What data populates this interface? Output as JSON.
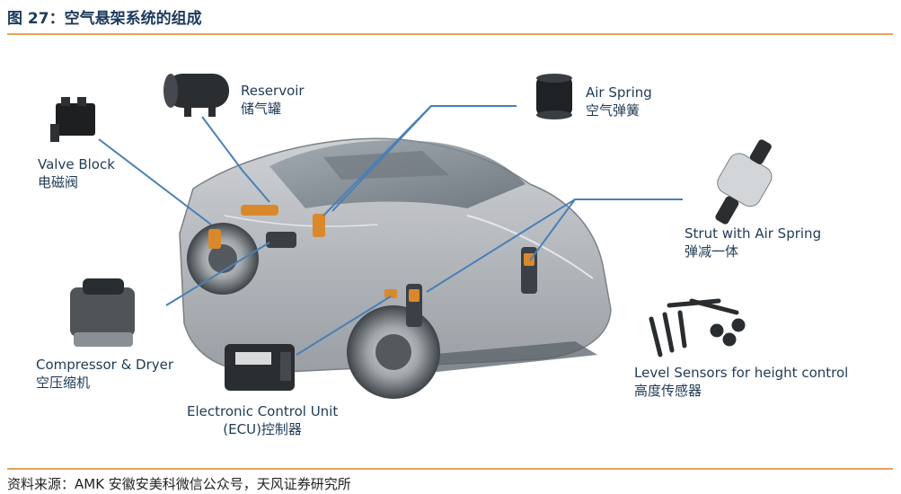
{
  "header": {
    "title": "图 27：空气悬架系统的组成"
  },
  "footer": {
    "source": "资料来源：AMK 安徽安美科微信公众号，天风证券研究所"
  },
  "components": {
    "reservoir": {
      "en": "Reservoir",
      "zh": "储气罐"
    },
    "air_spring": {
      "en": "Air Spring",
      "zh": "空气弹簧"
    },
    "valve_block": {
      "en": "Valve Block",
      "zh": "电磁阀"
    },
    "strut": {
      "en": "Strut with Air Spring",
      "zh": "弹减一体"
    },
    "compressor": {
      "en": "Compressor & Dryer",
      "zh": "空压缩机"
    },
    "level_sensors": {
      "en": "Level Sensors for height control",
      "zh": "高度传感器"
    },
    "ecu": {
      "en": "Electronic Control Unit",
      "zh": "(ECU)控制器"
    }
  },
  "colors": {
    "accent_rule": "#e8a257",
    "leader_line": "#4a7fb5",
    "component": "#d9892b"
  }
}
